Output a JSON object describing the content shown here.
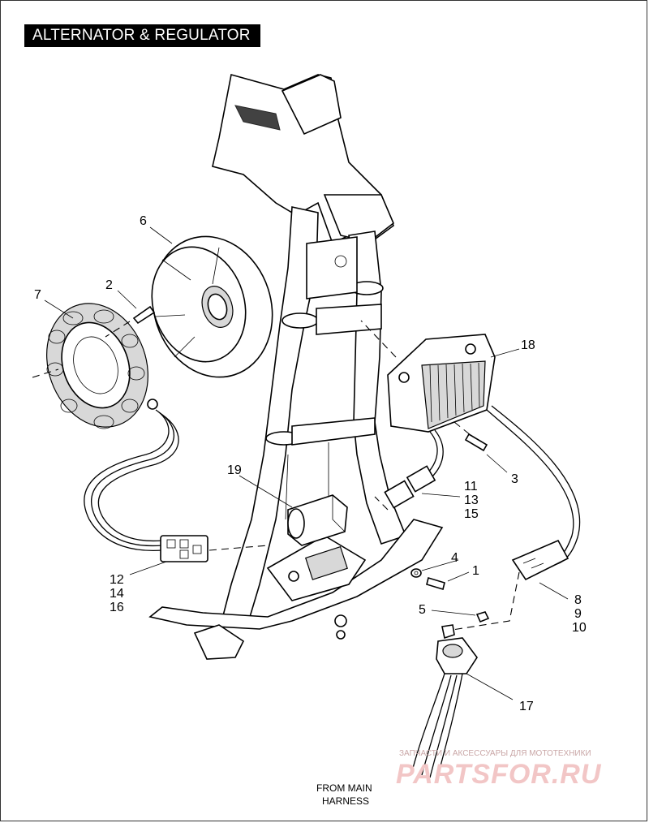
{
  "title": "ALTERNATOR & REGULATOR",
  "callouts": {
    "c1": "1",
    "c2": "2",
    "c3": "3",
    "c4": "4",
    "c5": "5",
    "c6": "6",
    "c7": "7",
    "c8": "8",
    "c9": "9",
    "c10": "10",
    "c11": "11",
    "c12": "12",
    "c13": "13",
    "c14": "14",
    "c15": "15",
    "c16": "16",
    "c17": "17",
    "c18": "18",
    "c19": "19"
  },
  "harness_note": {
    "line1": "FROM MAIN",
    "line2": "HARNESS"
  },
  "watermark": {
    "top": "ЗАПЧАСТИ И АКСЕССУАРЫ ДЛЯ МОТОТЕХНИКИ",
    "main": "PARTSFOR.RU"
  }
}
